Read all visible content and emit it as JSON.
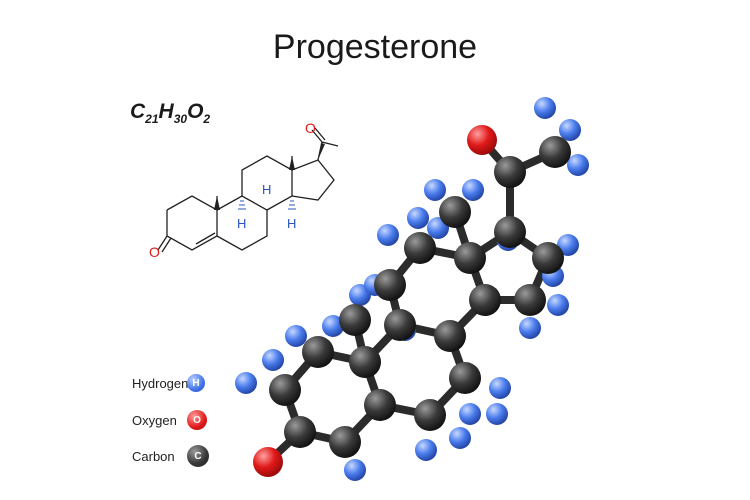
{
  "title": "Progesterone",
  "formula": {
    "c_symbol": "C",
    "c_count": "21",
    "h_symbol": "H",
    "h_count": "30",
    "o_symbol": "O",
    "o_count": "2"
  },
  "skeletal": {
    "oxygen_ketone": "O",
    "oxygen_acetyl": "O",
    "hydrogen_label_1": "H",
    "hydrogen_label_2": "H",
    "hydrogen_label_3": "H"
  },
  "legend": [
    {
      "label": "Hydrogen",
      "symbol": "H",
      "color": "#3f73e8"
    },
    {
      "label": "Oxygen",
      "symbol": "O",
      "color": "#e01818"
    },
    {
      "label": "Carbon",
      "symbol": "C",
      "color": "#333333"
    }
  ],
  "colors": {
    "hydrogen": "#3f73e8",
    "oxygen": "#e01818",
    "carbon": "#333333",
    "bond_line": "#222222"
  }
}
